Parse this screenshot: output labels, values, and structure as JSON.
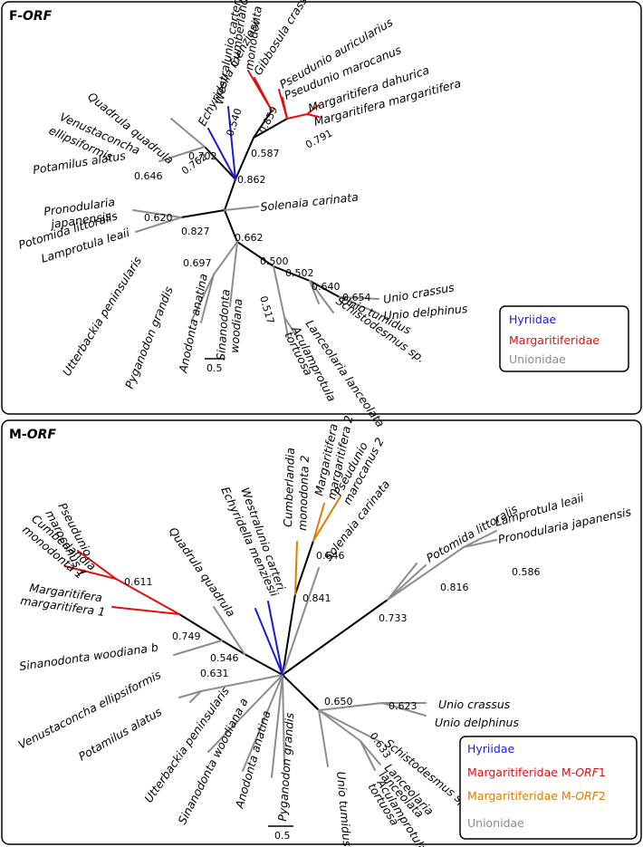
{
  "colors": {
    "black": "#000000",
    "gray": "#8c8c8c",
    "blue": "#1a1adb",
    "red": "#e01010",
    "orange": "#e07b00"
  },
  "top": {
    "title_main": "F-",
    "title_italic": "ORF",
    "scale": "0.5",
    "legend": [
      {
        "label": "Hyriidae",
        "color": "#1a1adb"
      },
      {
        "label": "Margaritiferidae",
        "color": "#e01010"
      },
      {
        "label": "Unionidae",
        "color": "#8c8c8c"
      }
    ],
    "taxa": [
      "Echyridella menziesii",
      "Westralunio carteri",
      "Cumberlandia",
      "monodonta",
      "Gibbosula crassa",
      "Pseudunio auricularius",
      "Pseudunio marocanus",
      "Margaritifera dahurica",
      "Margaritifera margaritifera",
      "Quadrula quadrula",
      "Venustaconcha",
      "ellipsiformis",
      "Potamilus alatus",
      "Pronodularia",
      "japanensis",
      "Potomida littoralis",
      "Lamprotula leaii",
      "Solenaia carinata",
      "Utterbackia peninsularis",
      "Pyganodon grandis",
      "Anodonta anatina",
      "Sinanodonta",
      "woodiana",
      "Lanceolaria lanceolata",
      "Aculamprotula",
      "tortuosa",
      "Schistodesmus sp.",
      "Unio tumidus",
      "Unio crassus",
      "Unio delphinus"
    ],
    "supports": [
      "0.540",
      "0.859",
      "0.791",
      "0.702",
      "0.587",
      "0.862",
      "0.762",
      "0.646",
      "0.620",
      "0.827",
      "0.662",
      "0.697",
      "0.500",
      "0.502",
      "0.640",
      "0.654",
      "0.517"
    ]
  },
  "bottom": {
    "title_main": "M-",
    "title_italic": "ORF",
    "scale": "0.5",
    "legend": [
      {
        "label": "Hyriidae",
        "color": "#1a1adb",
        "suffix": ""
      },
      {
        "label": "Margaritiferidae M-",
        "italic": "ORF",
        "suffix": "1",
        "color": "#e01010"
      },
      {
        "label": "Margaritiferidae M-",
        "italic": "ORF",
        "suffix": "2",
        "color": "#e07b00"
      },
      {
        "label": "Unionidae",
        "color": "#8c8c8c",
        "suffix": ""
      }
    ],
    "taxa": [
      "Pseudunio",
      "marocanus 1",
      "Cumberlandia",
      "monodonta 1",
      "Margaritifera",
      "margaritifera 1",
      "Sinanodonta woodiana b",
      "Quadrula quadrula",
      "Echyridella menziesii",
      "Westralunio carteri",
      "Cumberlandia",
      "monodonta 2",
      "Margaritifera",
      "margaritifera 2",
      "Pseudunio",
      "marocanus 2",
      "Solenaia carinata",
      "Potomida littoralis",
      "Lamprotula leaii",
      "Pronodularia japanensis",
      "Venustaconcha ellipsiformis",
      "Potamilus alatus",
      "Utterbackia peninsularis",
      "Sinanodonta woodiana a",
      "Anodonta anatina",
      "Pyganodon grandis",
      "Unio tumidus",
      "Aculamprotula",
      "tortuosa",
      "Lanceolaria",
      "lanceolata",
      "Schistodesmus sp.",
      "Unio crassus",
      "Unio delphinus"
    ],
    "supports": [
      "0.611",
      "0.749",
      "0.546",
      "0.646",
      "0.841",
      "0.733",
      "0.816",
      "0.586",
      "0.631",
      "0.650",
      "0.623",
      "0.633"
    ]
  }
}
